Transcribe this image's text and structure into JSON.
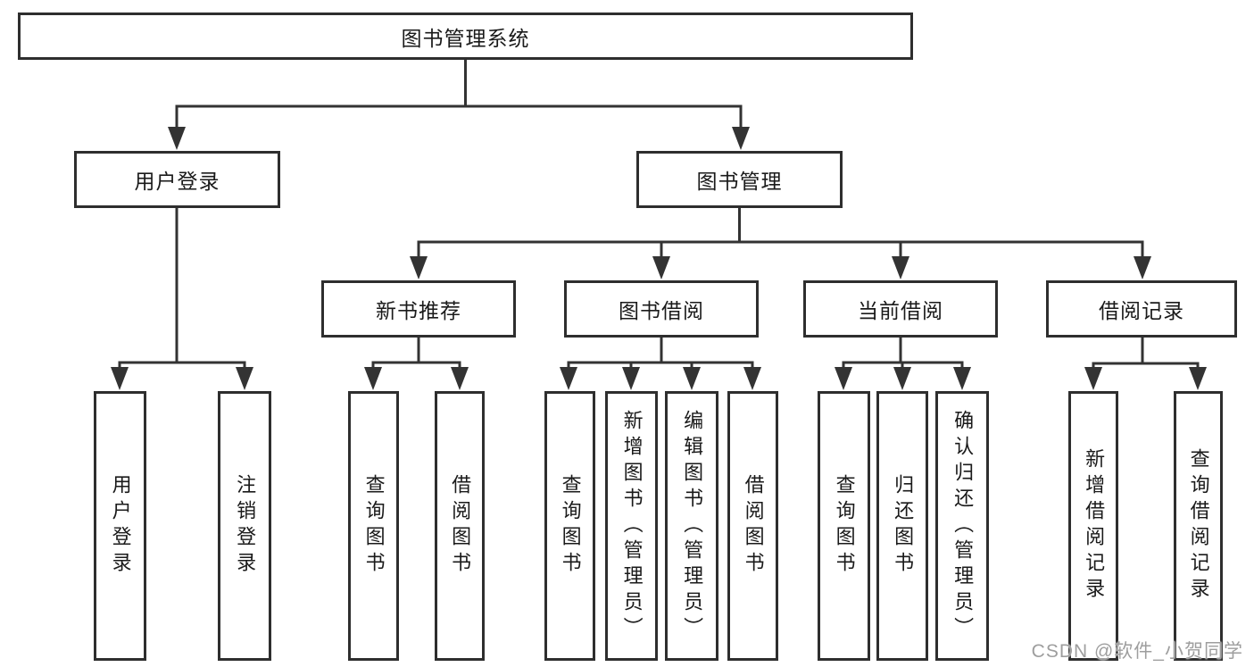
{
  "tree": {
    "root": {
      "label": "图书管理系统"
    },
    "branches": [
      {
        "label": "用户登录",
        "children": [
          {
            "label": "用户登录"
          },
          {
            "label": "注销登录"
          }
        ]
      },
      {
        "label": "图书管理",
        "children": [
          {
            "label": "新书推荐",
            "children": [
              {
                "label": "查询图书"
              },
              {
                "label": "借阅图书"
              }
            ]
          },
          {
            "label": "图书借阅",
            "children": [
              {
                "label": "查询图书"
              },
              {
                "label": "新增图书（管理员）"
              },
              {
                "label": "编辑图书（管理员）"
              },
              {
                "label": "借阅图书"
              }
            ]
          },
          {
            "label": "当前借阅",
            "children": [
              {
                "label": "查询图书"
              },
              {
                "label": "归还图书"
              },
              {
                "label": "确认归还（管理员）"
              }
            ]
          },
          {
            "label": "借阅记录",
            "children": [
              {
                "label": "新增借阅记录"
              },
              {
                "label": "查询借阅记录"
              }
            ]
          }
        ]
      }
    ]
  },
  "watermark": {
    "text": "CSDN @软件_小贺同学"
  },
  "colors": {
    "line": "#333333",
    "box_border": "#2e2e2e",
    "text": "#1a1a1a",
    "watermark": "#9e9e9e",
    "background": "#ffffff"
  }
}
